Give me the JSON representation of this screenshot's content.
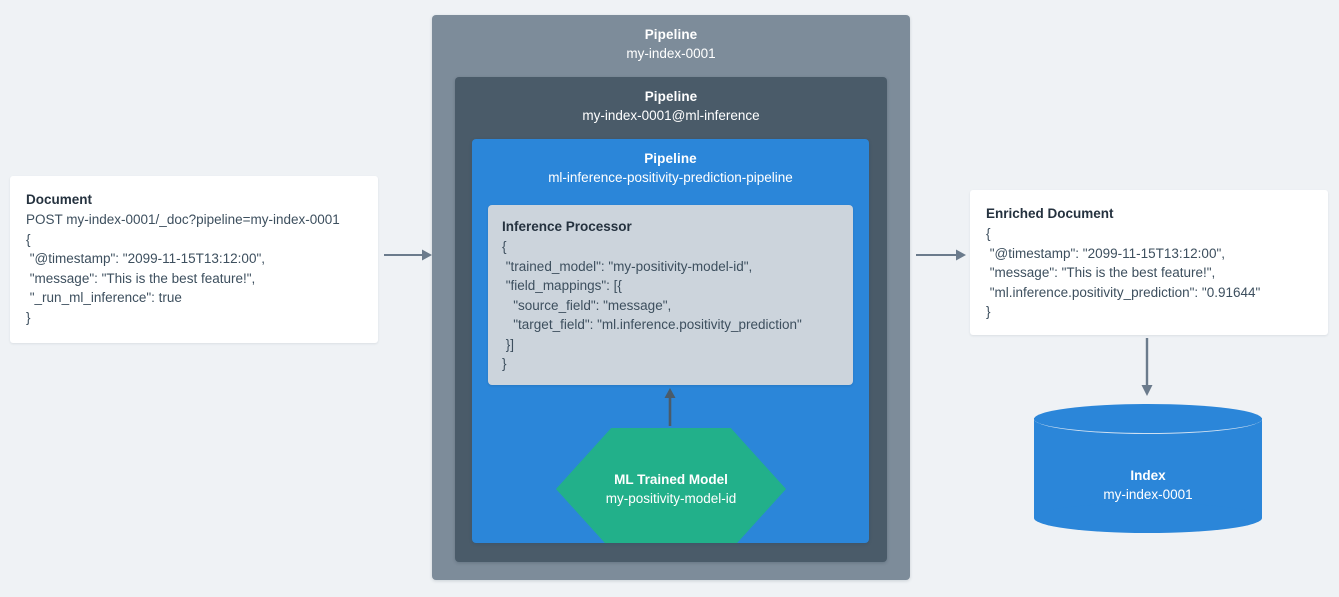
{
  "background_color": "#eff2f5",
  "colors": {
    "pipeline_outer": "#7d8c9a",
    "pipeline_middle": "#4a5b69",
    "pipeline_inner": "#2b86d9",
    "processor_box": "#ccd4dc",
    "ml_model": "#22b08a",
    "index": "#2b86d9",
    "arrow": "#6b7b8c",
    "card_background": "#ffffff",
    "text_dark": "#25323f",
    "text_body": "#3d4f5e",
    "text_on_fill": "#ffffff"
  },
  "document_card": {
    "title": "Document",
    "lines": [
      "POST my-index-0001/_doc?pipeline=my-index-0001",
      "{",
      " \"@timestamp\": \"2099-11-15T13:12:00\",",
      " \"message\": \"This is the best feature!\",",
      " \"_run_ml_inference\": true",
      "}"
    ]
  },
  "pipeline_outer": {
    "label": "Pipeline",
    "name": "my-index-0001"
  },
  "pipeline_middle": {
    "label": "Pipeline",
    "name": "my-index-0001@ml-inference"
  },
  "pipeline_inner": {
    "label": "Pipeline",
    "name": "ml-inference-positivity-prediction-pipeline"
  },
  "inference_processor": {
    "title": "Inference Processor",
    "lines": [
      "{",
      " \"trained_model\": \"my-positivity-model-id\",",
      " \"field_mappings\": [{",
      "   \"source_field\": \"message\",",
      "   \"target_field\": \"ml.inference.positivity_prediction\"",
      " }]",
      "}"
    ]
  },
  "ml_model": {
    "label": "ML Trained Model",
    "name": "my-positivity-model-id"
  },
  "enriched_card": {
    "title": "Enriched Document",
    "lines": [
      "{",
      " \"@timestamp\": \"2099-11-15T13:12:00\",",
      " \"message\": \"This is the best feature!\",",
      " \"ml.inference.positivity_prediction\": \"0.91644\"",
      "}"
    ]
  },
  "index_store": {
    "label": "Index",
    "name": "my-index-0001"
  },
  "arrows": [
    {
      "id": "doc-to-pipeline",
      "direction": "right"
    },
    {
      "id": "pipeline-to-enriched",
      "direction": "right"
    },
    {
      "id": "enriched-to-index",
      "direction": "down"
    },
    {
      "id": "model-to-processor",
      "direction": "up"
    }
  ]
}
